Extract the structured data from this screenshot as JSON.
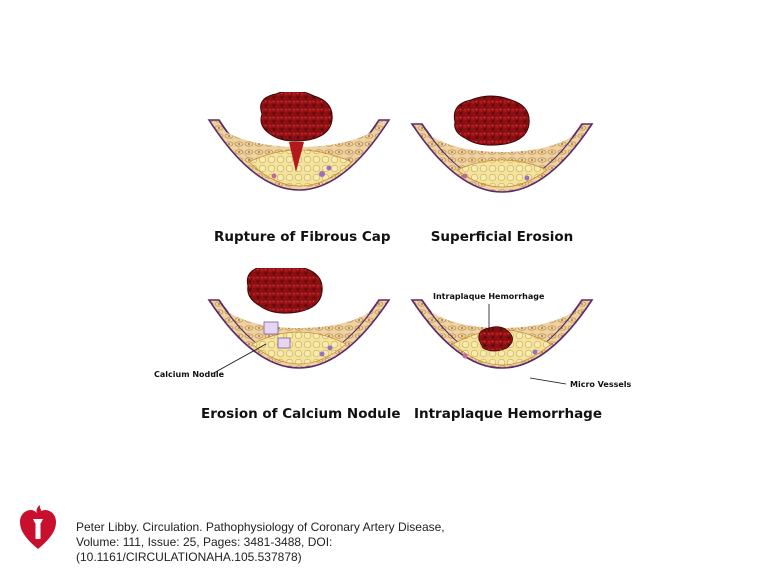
{
  "panels": [
    {
      "caption": "Rupture of Fibrous Cap"
    },
    {
      "caption": "Superficial Erosion"
    },
    {
      "caption": "Erosion of Calcium Nodule"
    },
    {
      "caption": "Intraplaque Hemorrhage"
    }
  ],
  "annotations": {
    "calcium_nodule": "Calcium Nodule",
    "intraplaque_hemorrhage": "Intraplaque Hemorrhage",
    "micro_vessels": "Micro Vessels"
  },
  "citation": {
    "line1": "Peter Libby. Circulation. Pathophysiology of Coronary Artery Disease,",
    "line2": "Volume: 111, Issue: 25, Pages: 3481-3488, DOI:",
    "line3": "(10.1161/CIRCULATIONAHA.105.537878)"
  },
  "colors": {
    "thrombus": "#8a0f12",
    "plaque": "#f0dc9a",
    "wall": "#e9c98f",
    "membrane": "#5a2a6e",
    "logo": "#c8102e"
  }
}
